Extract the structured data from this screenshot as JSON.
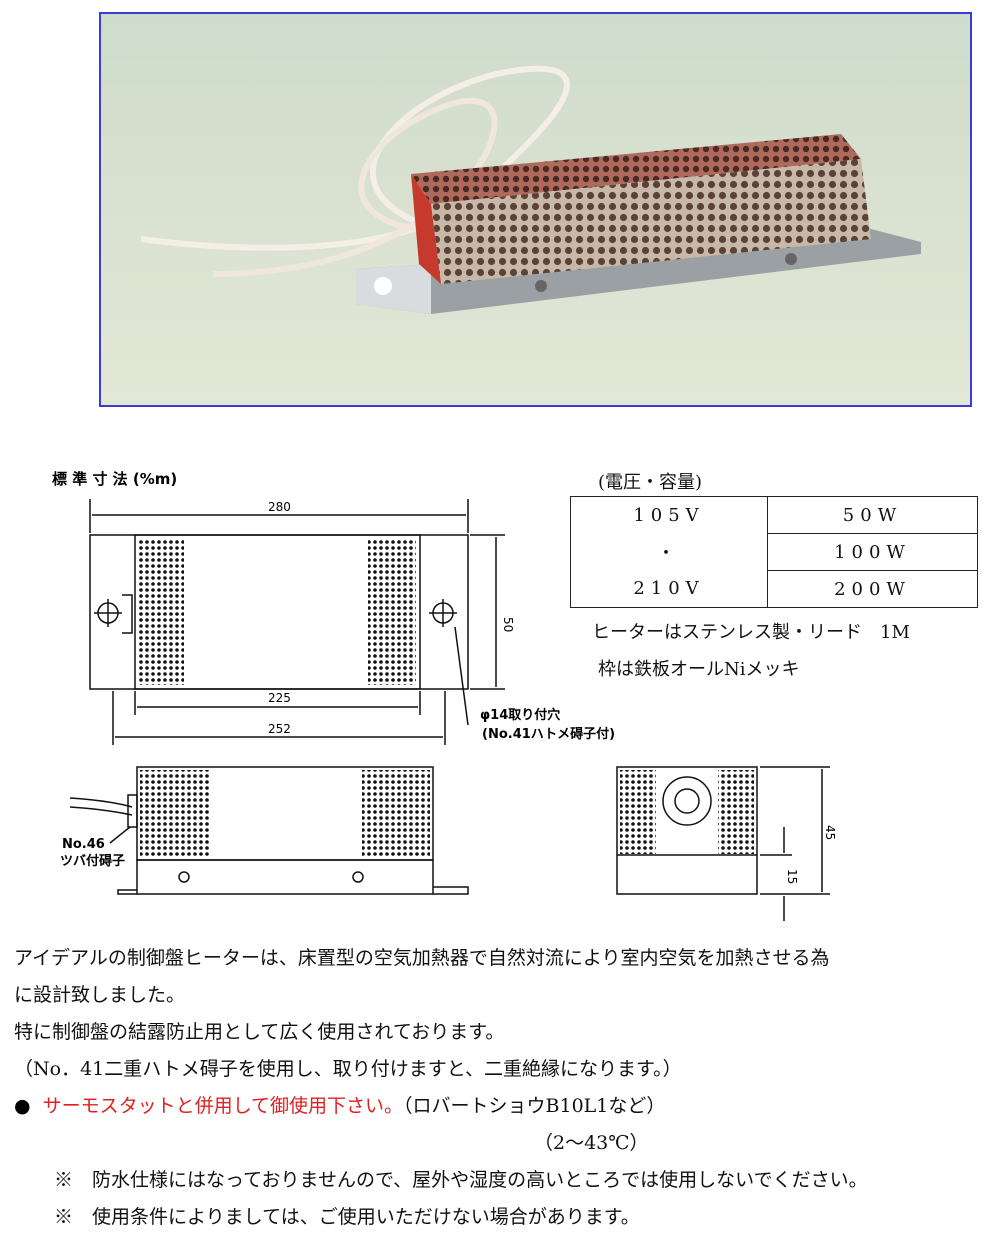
{
  "photo": {
    "alt": "制御盤ヒーター製品写真"
  },
  "drawing": {
    "title": "標 準 寸 法 (%m)",
    "dim_280": "280",
    "dim_50": "50",
    "dim_225": "225",
    "dim_252": "252",
    "mount_hole": "φ14取り付穴",
    "mount_insulator": "(No.41ハトメ碍子付)",
    "insulator_no": "No.46",
    "insulator_name": "ツバ付碍子",
    "dim_45": "45",
    "dim_15": "15"
  },
  "spec": {
    "caption": "(電圧・容量)",
    "voltage_1": "105V",
    "voltage_sep": "・",
    "voltage_2": "210V",
    "capacity_1": "50W",
    "capacity_2": "100W",
    "capacity_3": "200W",
    "note_material": "ヒーターはステンレス製・リード　1M",
    "note_frame": "枠は鉄板オールNiメッキ"
  },
  "description": {
    "line1": "アイデアルの制御盤ヒーターは、床置型の空気加熱器で自然対流により室内空気を加熱させる為",
    "line2": "に設計致しました。",
    "line3": "特に制御盤の結露防止用として広く使用されております。",
    "line4": "（No．41二重ハトメ碍子を使用し、取り付けますと、二重絶縁になります。）",
    "bullet": "●",
    "warning_red": "サーモスタットと併用して御使用下さい。",
    "warning_ref": "（ロバートショウB10L1など）",
    "range": "（2～43℃）",
    "note_mark_1": "※",
    "note_text_1": "防水仕様にはなっておりませんので、屋外や湿度の高いところでは使用しないでください。",
    "note_mark_2": "※",
    "note_text_2": "使用条件によりましては、ご使用いただけない場合があります。"
  },
  "colors": {
    "accent_red": "#e02020",
    "frame_blue": "#3b3bd6"
  }
}
